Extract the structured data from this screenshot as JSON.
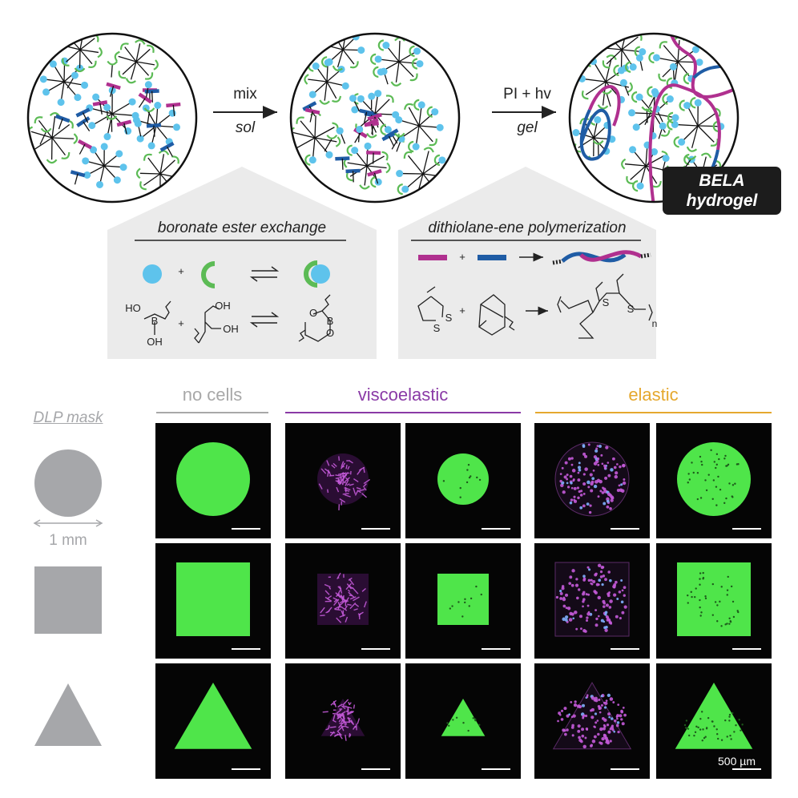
{
  "scheme": {
    "step1_top": "mix",
    "step1_bottom": "sol",
    "step2_top": "PI + hv",
    "step2_bottom": "gel",
    "badge_line1": "BELA",
    "badge_line2": "hydrogel"
  },
  "mechanisms": {
    "left_title": "boronate ester exchange",
    "right_title": "dithiolane-ene polymerization",
    "plus": "+",
    "boronic_labels": {
      "HO_top": "HO",
      "B": "B",
      "OH_bottom": "OH"
    },
    "diol_labels": {
      "OH_top": "OH",
      "OH_right": "OH"
    },
    "ester_labels": {
      "O_left": "O",
      "B": "B",
      "O_right": "O"
    },
    "dithiolane_labels": {
      "S1": "S",
      "S2": "S"
    },
    "product_labels": {
      "S1": "S",
      "S2": "S",
      "n": "n"
    }
  },
  "panel": {
    "mask_label": "DLP mask",
    "mask_scale": "1 mm",
    "mask_shapes": [
      "circle",
      "square",
      "triangle"
    ],
    "columns": [
      {
        "label": "no cells",
        "color": "#a8a8a8"
      },
      {
        "label": "viscoelastic",
        "color": "#8a3aa6"
      },
      {
        "label": "elastic",
        "color": "#e5a82e"
      }
    ],
    "scale_bar_label": "500 µm"
  },
  "colors": {
    "cyan": "#5ec3ec",
    "green": "#5cbb55",
    "magenta": "#b0308f",
    "blue": "#1f5ca5",
    "mask_gray": "#a6a7aa",
    "fluor_green": "#4fe54a",
    "fluor_magenta": "#c45ad9"
  }
}
